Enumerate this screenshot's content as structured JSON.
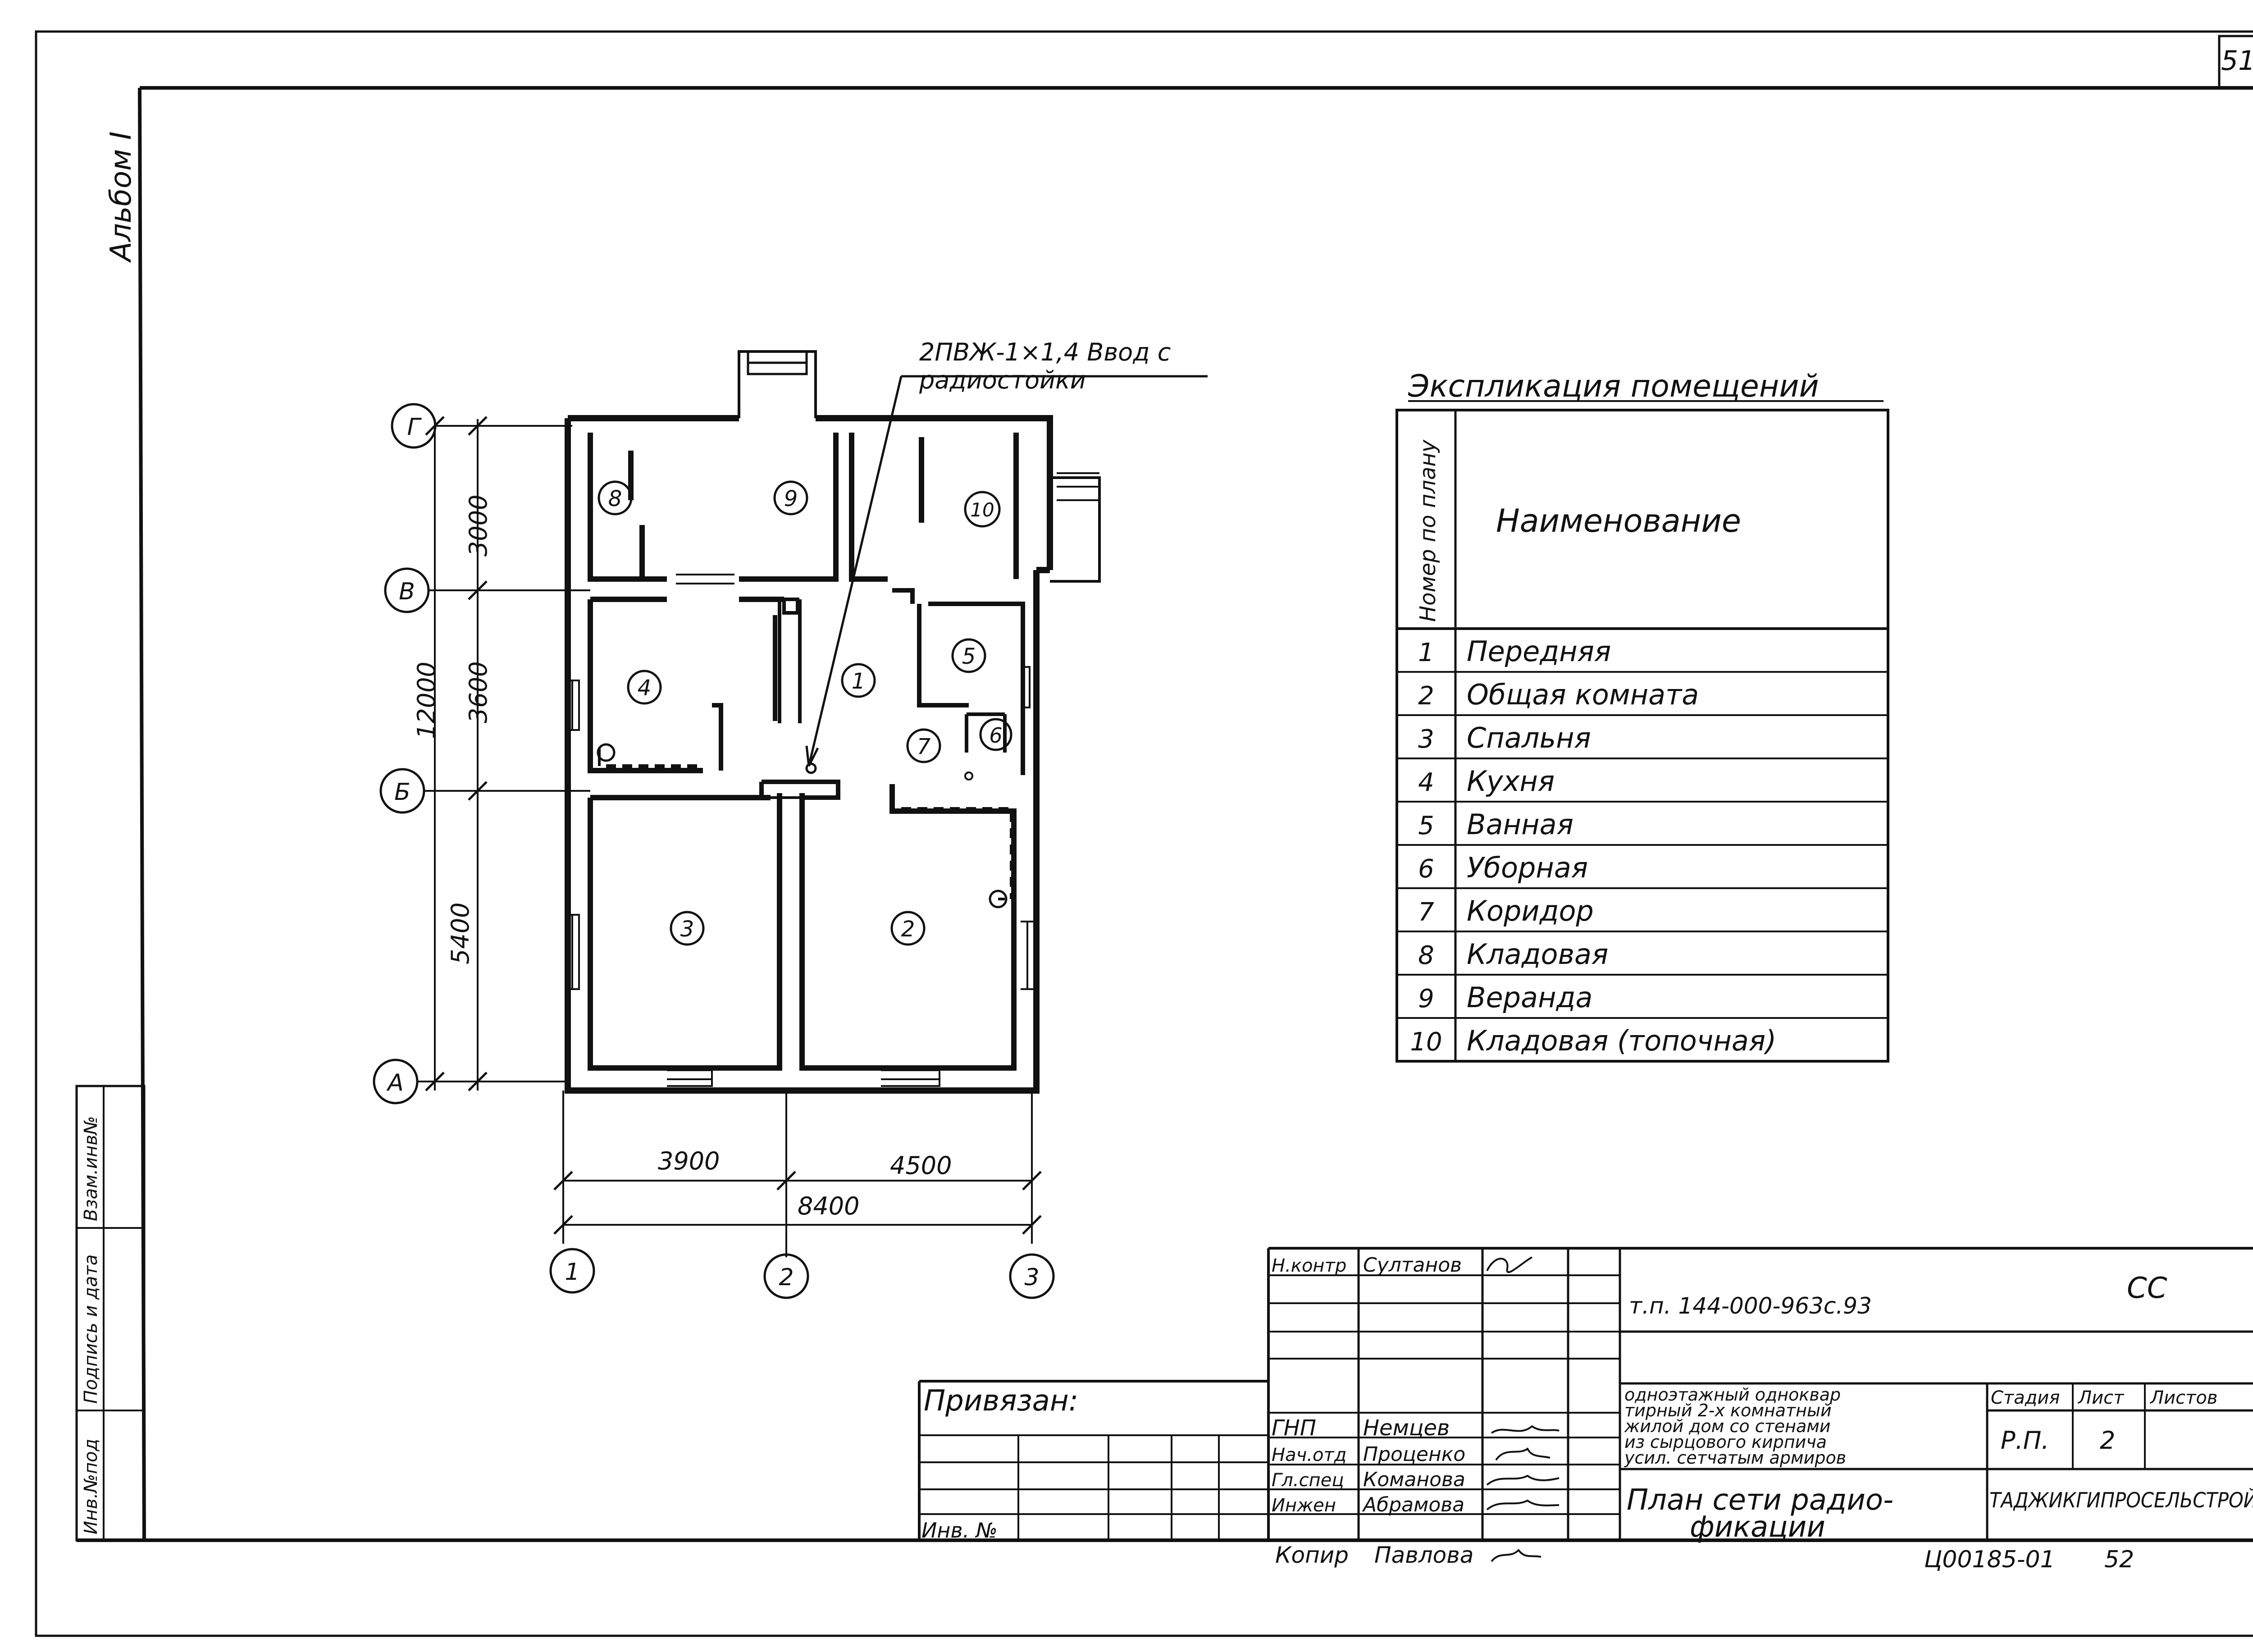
{
  "sheet": {
    "number": "51",
    "album": "Альбом I",
    "side_stamp": [
      "Инв.№под",
      "Подпись и дата",
      "Взам.инв№"
    ]
  },
  "plan": {
    "axes_letters": [
      "Г",
      "В",
      "Б",
      "А"
    ],
    "axes_numbers": [
      "1",
      "2",
      "3"
    ],
    "dims_vertical": {
      "top": "3000",
      "middle": "3600",
      "bottom": "5400",
      "total": "12000"
    },
    "dims_horizontal": {
      "left": "3900",
      "right": "4500",
      "total": "8400"
    },
    "callout": {
      "line1": "2ПВЖ-1×1,4 Ввод с",
      "line2": "радиостойки"
    },
    "room_tags": [
      "1",
      "2",
      "3",
      "4",
      "5",
      "6",
      "7",
      "8",
      "9",
      "10"
    ]
  },
  "explication": {
    "title": "Экспликация помещений",
    "col_number": "Номер по плану",
    "col_name": "Наименование",
    "rows": [
      {
        "n": "1",
        "name": "Передняя"
      },
      {
        "n": "2",
        "name": "Общая  комната"
      },
      {
        "n": "3",
        "name": "Спальня"
      },
      {
        "n": "4",
        "name": "Кухня"
      },
      {
        "n": "5",
        "name": "Ванная"
      },
      {
        "n": "6",
        "name": "Уборная"
      },
      {
        "n": "7",
        "name": "Коридор"
      },
      {
        "n": "8",
        "name": "Кладовая"
      },
      {
        "n": "9",
        "name": "Веранда"
      },
      {
        "n": "10",
        "name": "Кладовая (топочная)"
      }
    ]
  },
  "title_block": {
    "privyazan": "Привязан:",
    "inv_no": "Инв. №",
    "signatures": [
      {
        "role": "Н.контр",
        "name": "Султанов"
      },
      {
        "role": "ГНП",
        "name": "Немцев"
      },
      {
        "role": "Нач.отд",
        "name": "Проценко"
      },
      {
        "role": "Гл.спец",
        "name": "Команова"
      },
      {
        "role": "Инжен",
        "name": "Абрамова"
      }
    ],
    "copy": "Копир",
    "copy_name": "Павлова",
    "project_code": "т.п. 144-000-963с.93",
    "mark": "СС",
    "object_description": [
      "одноэтажный одноквар",
      "тирный 2-х комнатный",
      "жилой дом со стенами",
      "из сырцового кирпича",
      "усил. сетчатым армиров"
    ],
    "drawing_title": [
      "План сети радио-",
      "фикации"
    ],
    "stage_header": "Стадия",
    "sheet_header": "Лист",
    "sheets_header": "Листов",
    "stage_value": "Р.П.",
    "sheet_value": "2",
    "organization": "ТАДЖИКГИПРОСЕЛЬСТРОЙ",
    "footer_code": "Ц00185-01",
    "footer_num": "52"
  }
}
